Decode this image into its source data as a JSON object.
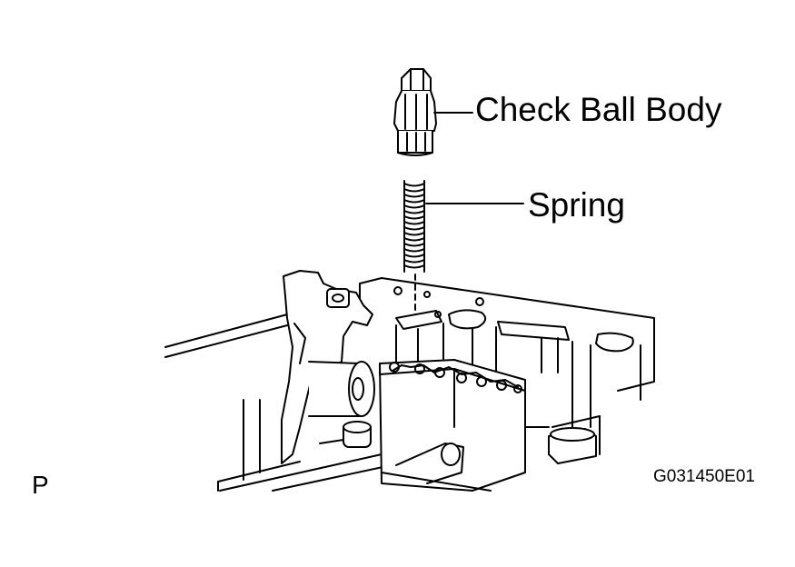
{
  "labels": {
    "check_ball_body": "Check Ball Body",
    "spring": "Spring",
    "figure_code": "G031450E01",
    "corner_letter": "P"
  },
  "colors": {
    "line": "#000000",
    "background": "#ffffff"
  }
}
